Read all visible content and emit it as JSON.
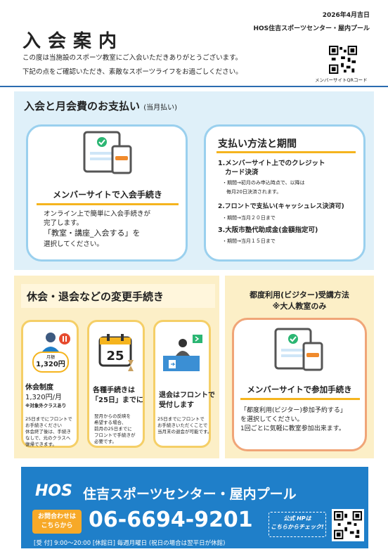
{
  "header": {
    "title": "入会案内",
    "date": "2026年4月吉日",
    "facility": "HOS住吉スポーツセンター・屋内プール",
    "intro_line1": "この度は当施設のスポーツ教室にご入会いただきありがとうございます。",
    "intro_line2": "下記の点をご確認いただき、素敵なスポーツライフをお過ごしください。",
    "qr_caption": "メンバーサイトQRコード"
  },
  "section1": {
    "title": "入会と月会費のお支払い",
    "title_note": "(当月払い)",
    "left_card": {
      "heading": "メンバーサイトで入会手続き",
      "line1": "オンライン上で簡単に入会手続きが",
      "line2": "完了します。",
      "line3": "「教室・講座_入会する」を",
      "line4": "選択してください。"
    },
    "right_card": {
      "heading": "支払い方法と期間",
      "item1_a": "1.メンバーサイト上でのクレジット",
      "item1_b": "カード決済",
      "item1_sub1": "・期間→初月のみ申込時点で、以降は",
      "item1_sub2": "毎月20日決済されます。",
      "item2": "2.フロントで支払い(キャッシュレス決済可)",
      "item2_sub": "・期間→当月２０日まで",
      "item3": "3.大阪市塾代助成金(金額指定可)",
      "item3_sub": "・期間→当月１５日まで"
    }
  },
  "section2": {
    "title": "休会・退会などの変更手続き",
    "card_a": {
      "price_label": "月額",
      "price": "1,320円",
      "heading": "休会制度",
      "line1": "1,320円/月",
      "note": "※対象外クラスあり",
      "t1": "25日までにフロントで",
      "t2": "お手続きください",
      "t3": "休会終了後は、手続き",
      "t4": "なしで、元のクラスへ",
      "t5": "復帰できます。"
    },
    "card_b": {
      "calendar": "25",
      "heading1": "各種手続きは",
      "heading2": "「25日」までに",
      "t1": "翌月からの反映を",
      "t2": "希望する場合、",
      "t3": "前月の25日までに",
      "t4": "フロントで手続きが",
      "t5": "必要です。"
    },
    "card_c": {
      "heading1": "退会はフロントで",
      "heading2": "受付します",
      "t1": "25日までにフロントで",
      "t2": "お手続きいただくことで",
      "t3": "当月末の退会が可能です。"
    }
  },
  "section3": {
    "title1": "都度利用(ビジター)受講方法",
    "title2": "※大人教室のみ",
    "heading": "メンバーサイトで参加手続き",
    "line1": "「都度利用(ビジター)参加予約する」",
    "line2": "を選択してください。",
    "line3": "1回ごとに気軽に教室参加出来ます。"
  },
  "footer": {
    "brand": "HOS",
    "name": "住吉スポーツセンター・屋内プール",
    "badge_line1": "お問合わせは",
    "badge_line2": "こちらから",
    "phone": "06-6694-9201",
    "hp_line1": "公式 HPは",
    "hp_line2": "こちらからチェック!",
    "hours": "[受 付] 9:00～20:00  [休館日] 毎週月曜日 (祝日の場合は翌平日が休館)"
  },
  "colors": {
    "blue_band": "#1f7fc9",
    "light_blue": "#dff0f9",
    "light_yellow": "#fcefc7",
    "accent_orange": "#f5b41e"
  }
}
